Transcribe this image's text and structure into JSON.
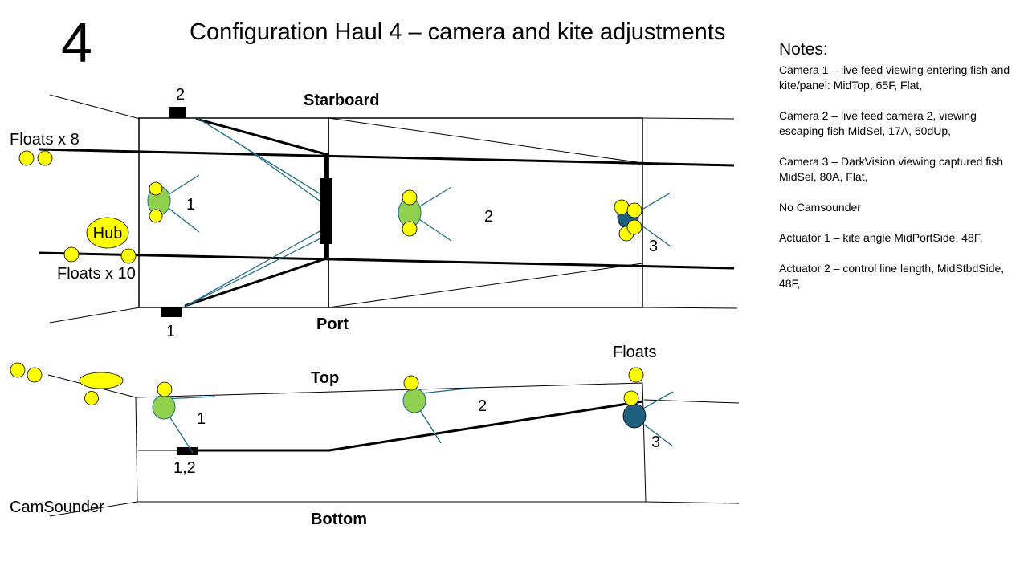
{
  "slide_number": "4",
  "title": "Configuration Haul 4 – camera and kite adjustments",
  "notes": {
    "heading": "Notes:",
    "items": [
      "Camera 1 – live feed viewing entering fish and kite/panel: MidTop, 65F, Flat,",
      "Camera 2 – live feed camera 2, viewing escaping fish MidSel, 17A, 60dUp,",
      "Camera 3 – DarkVision viewing captured fish MidSel, 80A, Flat,",
      "No Camsounder",
      "Actuator 1 – kite angle MidPortSide, 48F,",
      "Actuator 2 – control line length, MidStbdSide, 48F,"
    ]
  },
  "top_view": {
    "starboard_label": "Starboard",
    "port_label": "Port",
    "floats_upper_label": "Floats x 8",
    "floats_lower_label": "Floats x 10",
    "hub_label": "Hub",
    "actuator_top_label": "2",
    "actuator_bottom_label": "1",
    "camera_labels": [
      "1",
      "2",
      "3"
    ]
  },
  "side_view": {
    "top_label": "Top",
    "bottom_label": "Bottom",
    "floats_label": "Floats",
    "camsounder_label": "CamSounder",
    "actuator_label": "1,2",
    "camera_labels": [
      "1",
      "2",
      "3"
    ]
  },
  "colors": {
    "float": "#ffff00",
    "camera_green": "#92d050",
    "camera_dark": "#1f5f7f",
    "view_line": "#1f6a8a"
  }
}
